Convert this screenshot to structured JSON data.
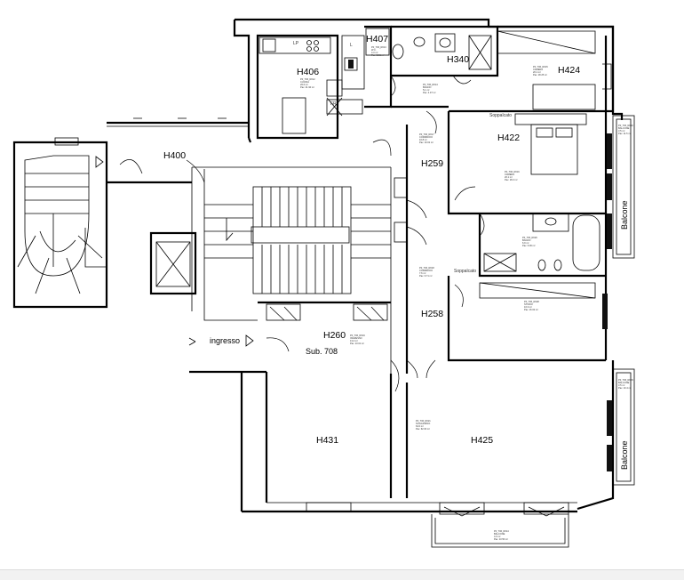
{
  "rooms": [
    {
      "id": "H406",
      "label": "H406"
    },
    {
      "id": "H407",
      "label": "H407"
    },
    {
      "id": "H340",
      "label": "H340"
    },
    {
      "id": "H424",
      "label": "H424"
    },
    {
      "id": "H400",
      "label": "H400"
    },
    {
      "id": "H422",
      "label": "H422"
    },
    {
      "id": "H259",
      "label": "H259"
    },
    {
      "id": "H258",
      "label": "H258"
    },
    {
      "id": "H260",
      "label": "H260"
    },
    {
      "id": "H431",
      "label": "H431"
    },
    {
      "id": "H425",
      "label": "H425"
    }
  ],
  "labels": {
    "ingresso": "ingresso",
    "sub": "Sub. 708",
    "balcone_upper": "Balcone",
    "balcone_lower": "Balcone",
    "sopracielo_1": "Soppalcato",
    "sopracielo_2": "Soppalcato",
    "kitchen_lp": "LP",
    "kitchen_l": "L",
    "kitchen_fr": "FR"
  },
  "small_notes": {
    "h406": [
      "P0_T06_R012",
      "CUCINA",
      "26.6 m²",
      "Pav. 21.90 m²"
    ],
    "h407": [
      "P0_T06_R013",
      "W.C.",
      "4.3 m²",
      "Pav. 2.61 m²"
    ],
    "h340": [
      "P0_T06_R014",
      "BAGNO",
      "5.1 m²",
      "Pav. 4.37 m²"
    ],
    "h424": [
      "P0_T06_R015",
      "CAMERA",
      "20.1 m²",
      "Pav. 18.25 m²"
    ],
    "h422": [
      "P0_T06_R016",
      "CAMERA",
      "20.1 m²",
      "Pav. 18.2 m²"
    ],
    "h259": [
      "P0_T06_R017",
      "CORRIDOIO",
      "10.8 m²",
      "Pav. 10.01 m²"
    ],
    "h258": [
      "P0_T06_R018",
      "CORRIDOIO",
      "7.6 m²",
      "Pav. 6.71 m²"
    ],
    "h260": [
      "P0_T06_R019",
      "INGRESSO",
      "13.4 m²",
      "Pav. 13.01 m²"
    ],
    "h425": [
      "P0_T06_R021",
      "SOGGIORNO",
      "64.0 m²",
      "Pav. 62.00 m²"
    ],
    "bath2": [
      "P0_T06_R026",
      "BAGNO",
      "6.9 m²",
      "Pav. 6.06 m²"
    ],
    "room_mid": [
      "P0_T06_R028",
      "STUDIO",
      "16.3 m²",
      "Pav. 16.02 m²"
    ],
    "balcony_bottom": [
      "P0_T06_R014",
      "BALCONE",
      "4.0 m²",
      "Pav. 13.50 m²"
    ],
    "balcony_upper": [
      "P0_T06_R010",
      "BALCONE",
      "3.5 m²",
      "Pav. 11.5 m²"
    ],
    "balcony_lower": [
      "P0_T06_R029",
      "BALCONE",
      "3.5 m²",
      "Pav. 10.4 m²"
    ]
  },
  "colors": {
    "line": "#000000",
    "background": "#ffffff"
  }
}
